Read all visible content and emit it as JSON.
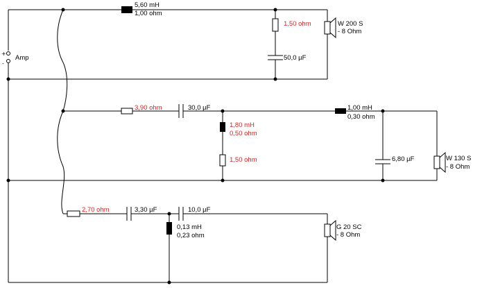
{
  "colors": {
    "wire": "#000000",
    "highlight": "#e02020",
    "background": "#ffffff"
  },
  "amp": {
    "label": "Amp",
    "plus": "+",
    "minus": "-"
  },
  "tweeter": {
    "inductor": {
      "value": "5,60 mH",
      "resistance": "1,00 ohm"
    },
    "resistor": {
      "value": "1,50 ohm"
    },
    "capacitor": {
      "value": "50,0 µF"
    },
    "speaker": {
      "name": "W 200 S",
      "impedance": "- 8 Ohm"
    }
  },
  "mid": {
    "resistor_series": {
      "value": "3,90 ohm"
    },
    "capacitor_series": {
      "value": "30,0 µF"
    },
    "inductor_shunt": {
      "value": "1,80 mH",
      "resistance": "0,50 ohm"
    },
    "resistor_shunt": {
      "value": "1,50 ohm"
    },
    "inductor_series": {
      "value": "1,00 mH",
      "resistance": "0,30 ohm"
    },
    "capacitor_shunt": {
      "value": "6,80 µF"
    },
    "speaker": {
      "name": "W 130 S",
      "impedance": "- 8 Ohm"
    }
  },
  "high": {
    "resistor_series": {
      "value": "2,70 ohm"
    },
    "capacitor_1": {
      "value": "3,30 µF"
    },
    "capacitor_2": {
      "value": "10,0 µF"
    },
    "inductor_shunt": {
      "value": "0,13 mH",
      "resistance": "0,23 ohm"
    },
    "speaker": {
      "name": "G 20 SC",
      "impedance": "- 8 Ohm"
    }
  }
}
